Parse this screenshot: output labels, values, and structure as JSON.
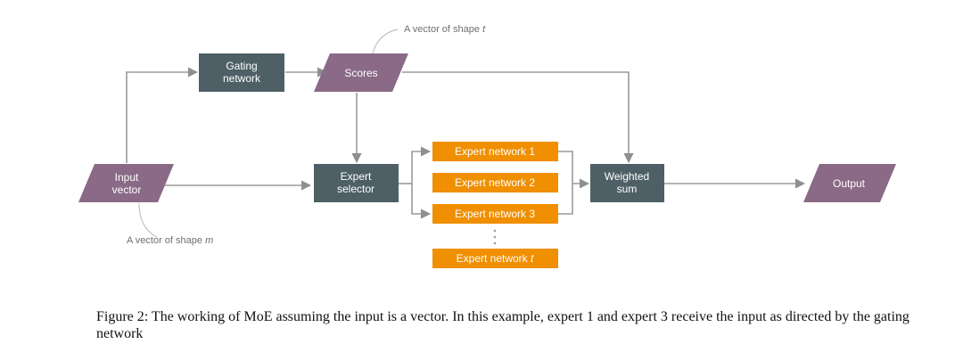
{
  "colors": {
    "box": "#4e6066",
    "parallelogram": "#8a6a86",
    "expert": "#f08f00",
    "arrow": "#9b9b9b",
    "text": "#ffffff"
  },
  "nodes": {
    "gating": {
      "line1": "Gating",
      "line2": "network"
    },
    "scores": {
      "label": "Scores"
    },
    "input": {
      "line1": "Input",
      "line2": "vector"
    },
    "selector": {
      "line1": "Expert",
      "line2": "selector"
    },
    "weighted": {
      "line1": "Weighted",
      "line2": "sum"
    },
    "output": {
      "label": "Output"
    }
  },
  "experts": [
    {
      "prefix": "Expert network ",
      "index": "1"
    },
    {
      "prefix": "Expert network ",
      "index": "2"
    },
    {
      "prefix": "Expert network ",
      "index": "3"
    },
    {
      "prefix": "Expert network ",
      "index": "t"
    }
  ],
  "annotations": {
    "scores_shape": {
      "prefix": "A vector of shape ",
      "var": "t"
    },
    "input_shape": {
      "prefix": "A vector of shape ",
      "var": "m"
    }
  },
  "caption": "Figure 2: The working of MoE assuming the input is a vector. In this example, expert 1 and expert 3 receive the input as directed by the gating network"
}
